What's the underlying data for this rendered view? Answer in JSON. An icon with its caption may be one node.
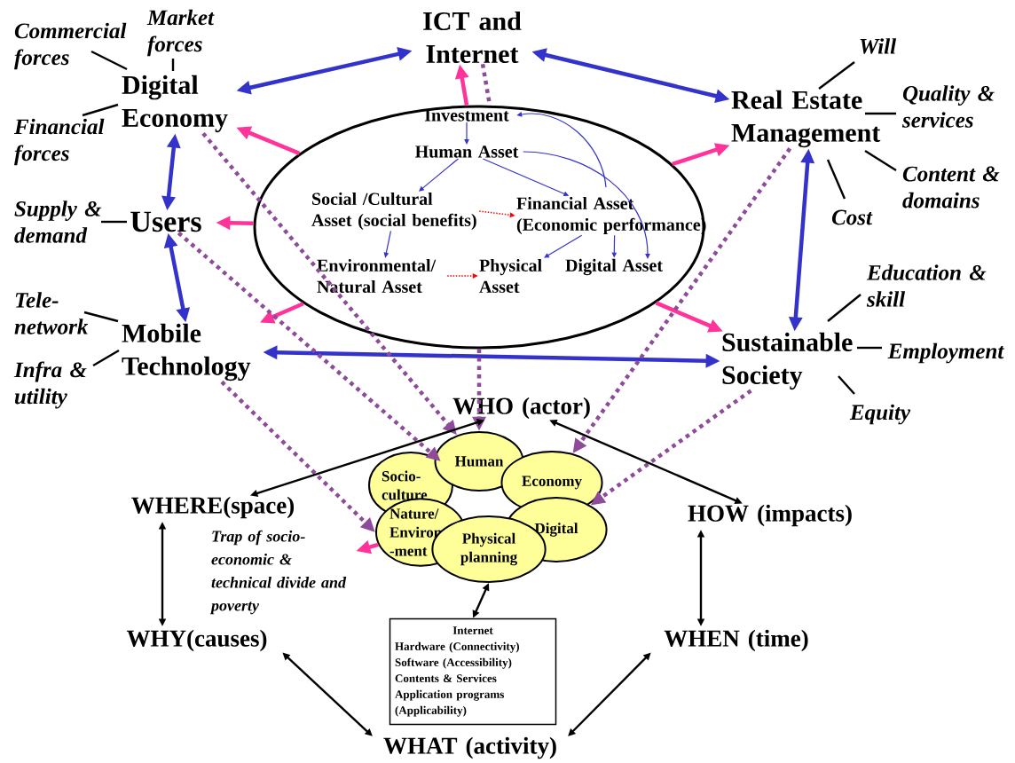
{
  "diagram": {
    "nodes": [
      {
        "text": [
          "ICT and Internet"
        ]
      },
      {
        "text": [
          "Digital Economy"
        ]
      },
      {
        "text": [
          "Users"
        ]
      },
      {
        "text": [
          "Mobile Technology"
        ]
      },
      {
        "text": [
          "Real Estate Management"
        ]
      },
      {
        "text": [
          "Sustainable Society"
        ]
      },
      {
        "text": [],
        "shape": "ellipse"
      },
      {
        "text": [
          "Investment"
        ],
        "in": 6
      },
      {
        "text": [
          "Human Asset"
        ],
        "in": 6
      },
      {
        "text": [
          "Social /Cultural Asset (social benefits)"
        ],
        "in": 6
      },
      {
        "text": [
          "Financial Asset (Economic performance)"
        ],
        "in": 6
      },
      {
        "text": [
          "Environmental/ Natural Asset"
        ],
        "in": 6
      },
      {
        "text": [
          "Physical Asset"
        ],
        "in": 6
      },
      {
        "text": [
          "Digital Asset"
        ],
        "in": 6
      },
      {
        "text": [
          "Commercial forces"
        ]
      },
      {
        "text": [
          "Market forces"
        ]
      },
      {
        "text": [
          "Financial forces"
        ]
      },
      {
        "text": [
          "Supply & demand"
        ]
      },
      {
        "text": [
          "Tele-network"
        ]
      },
      {
        "text": [
          "Infra & utility"
        ]
      },
      {
        "text": [
          "Will"
        ]
      },
      {
        "text": [
          "Quality & services"
        ]
      },
      {
        "text": [
          "Content & domains"
        ]
      },
      {
        "text": [
          "Cost"
        ]
      },
      {
        "text": [
          "Education & skill"
        ]
      },
      {
        "text": [
          "Employment"
        ]
      },
      {
        "text": [
          "Equity"
        ]
      },
      {
        "text": [
          "WHO (actor)"
        ]
      },
      {
        "text": [
          "WHERE(space)"
        ]
      },
      {
        "text": [
          "HOW (impacts)"
        ]
      },
      {
        "text": [
          "WHY(causes)"
        ]
      },
      {
        "text": [
          "WHEN (time)"
        ]
      },
      {
        "text": [
          "WHAT (activity)"
        ]
      },
      {
        "text": [
          "Human"
        ]
      },
      {
        "text": [
          "Socio-culture"
        ]
      },
      {
        "text": [
          "Economy"
        ]
      },
      {
        "text": [
          "Nature/ Environ -ment"
        ]
      },
      {
        "text": [
          "Digital"
        ]
      },
      {
        "text": [
          "Physical planning"
        ]
      },
      {
        "text": [
          "Internet",
          "Hardware (Connectivity)",
          "Software (Accessibility)",
          "Contents & Services",
          "Application programs (Applicability)"
        ]
      },
      {
        "text": [
          "Trap of socio-economic & technical divide and poverty"
        ]
      }
    ],
    "edges": [
      {
        "from": 0,
        "to": 1,
        "arrow": "both",
        "style": "thick",
        "color": "#3333cc"
      },
      {
        "from": 0,
        "to": 4,
        "arrow": "both",
        "style": "thick",
        "color": "#3333cc"
      },
      {
        "from": 1,
        "to": 2,
        "arrow": "both",
        "style": "thick",
        "color": "#3333cc"
      },
      {
        "from": 2,
        "to": 3,
        "arrow": "both",
        "style": "thick",
        "color": "#3333cc"
      },
      {
        "from": 4,
        "to": 5,
        "arrow": "both",
        "style": "thick",
        "color": "#3333cc"
      },
      {
        "from": 3,
        "to": 5,
        "arrow": "both",
        "style": "thick",
        "color": "#3333cc"
      },
      {
        "from": 6,
        "to": 0,
        "arrow": "to",
        "style": "thick",
        "color": "#ff3399"
      },
      {
        "from": 6,
        "to": 1,
        "arrow": "to",
        "style": "thick",
        "color": "#ff3399"
      },
      {
        "from": 6,
        "to": 2,
        "arrow": "to",
        "style": "thick",
        "color": "#ff3399"
      },
      {
        "from": 6,
        "to": 3,
        "arrow": "to",
        "style": "thick",
        "color": "#ff3399"
      },
      {
        "from": 6,
        "to": 4,
        "arrow": "to",
        "style": "thick",
        "color": "#ff3399"
      },
      {
        "from": 6,
        "to": 5,
        "arrow": "to",
        "style": "thick",
        "color": "#ff3399"
      },
      {
        "from": 36,
        "to": 40,
        "arrow": "to",
        "style": "thick",
        "color": "#ff3399"
      },
      {
        "from": 0,
        "to": 6,
        "arrow": "none",
        "style": "dashed",
        "color": "#8e4b9a"
      },
      {
        "from": 6,
        "to": 33,
        "arrow": "to",
        "style": "dashed",
        "color": "#8e4b9a"
      },
      {
        "from": 1,
        "to": 33,
        "arrow": "to",
        "style": "dashed",
        "color": "#8e4b9a"
      },
      {
        "from": 2,
        "to": 34,
        "arrow": "to",
        "style": "dashed",
        "color": "#8e4b9a"
      },
      {
        "from": 3,
        "to": 36,
        "arrow": "to",
        "style": "dashed",
        "color": "#8e4b9a"
      },
      {
        "from": 4,
        "to": 35,
        "arrow": "to",
        "style": "dashed",
        "color": "#8e4b9a"
      },
      {
        "from": 5,
        "to": 37,
        "arrow": "to",
        "style": "dashed",
        "color": "#8e4b9a"
      },
      {
        "from": 7,
        "to": 8,
        "arrow": "to",
        "color": "#3333cc"
      },
      {
        "from": 8,
        "to": 9,
        "arrow": "to",
        "color": "#3333cc"
      },
      {
        "from": 8,
        "to": 10,
        "arrow": "to",
        "color": "#3333cc"
      },
      {
        "from": 8,
        "to": 13,
        "arrow": "to",
        "color": "#3333cc"
      },
      {
        "from": 10,
        "to": 7,
        "arrow": "to",
        "color": "#3333cc"
      },
      {
        "from": 9,
        "to": 11,
        "arrow": "to",
        "color": "#3333cc"
      },
      {
        "from": 10,
        "to": 12,
        "arrow": "to",
        "color": "#3333cc"
      },
      {
        "from": 10,
        "to": 13,
        "arrow": "to",
        "color": "#3333cc"
      },
      {
        "from": 9,
        "to": 10,
        "arrow": "to",
        "style": "dashed",
        "color": "#ff0000"
      },
      {
        "from": 11,
        "to": 12,
        "arrow": "to",
        "style": "dashed",
        "color": "#ff0000"
      },
      {
        "from": 27,
        "to": 28,
        "arrow": "both"
      },
      {
        "from": 27,
        "to": 29,
        "arrow": "both"
      },
      {
        "from": 28,
        "to": 30,
        "arrow": "both"
      },
      {
        "from": 29,
        "to": 31,
        "arrow": "both"
      },
      {
        "from": 30,
        "to": 32,
        "arrow": "both"
      },
      {
        "from": 31,
        "to": 32,
        "arrow": "both"
      },
      {
        "from": 38,
        "to": 39,
        "arrow": "both"
      },
      {
        "from": 14,
        "to": 1,
        "arrow": "none"
      },
      {
        "from": 15,
        "to": 1,
        "arrow": "none"
      },
      {
        "from": 16,
        "to": 1,
        "arrow": "none"
      },
      {
        "from": 17,
        "to": 2,
        "arrow": "none"
      },
      {
        "from": 18,
        "to": 3,
        "arrow": "none"
      },
      {
        "from": 19,
        "to": 3,
        "arrow": "none"
      },
      {
        "from": 20,
        "to": 4,
        "arrow": "none"
      },
      {
        "from": 21,
        "to": 4,
        "arrow": "none"
      },
      {
        "from": 22,
        "to": 4,
        "arrow": "none"
      },
      {
        "from": 23,
        "to": 4,
        "arrow": "none"
      },
      {
        "from": 24,
        "to": 5,
        "arrow": "none"
      },
      {
        "from": 25,
        "to": 5,
        "arrow": "none"
      },
      {
        "from": 26,
        "to": 5,
        "arrow": "none"
      }
    ]
  }
}
